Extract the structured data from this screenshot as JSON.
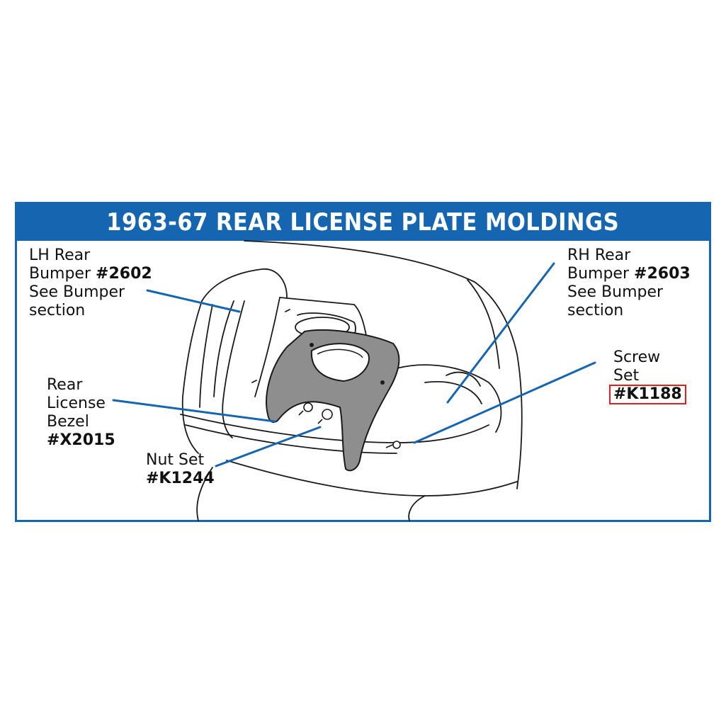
{
  "title": "1963-67 REAR LICENSE PLATE MOLDINGS",
  "colors": {
    "accent": "#1565b0",
    "highlight": "#e02020",
    "part_fill": "#8e8e8e"
  },
  "callouts": {
    "lh_bumper": {
      "line1": "LH Rear",
      "line2_text": "Bumper ",
      "line2_part": "#2602",
      "line3": "See Bumper",
      "line4": "section"
    },
    "rh_bumper": {
      "line1": "RH Rear",
      "line2_text": "Bumper ",
      "line2_part": "#2603",
      "line3": "See Bumper",
      "line4": "section"
    },
    "bezel": {
      "line1": "Rear",
      "line2": "License",
      "line3": "Bezel",
      "part": "#X2015"
    },
    "nut_set": {
      "line1": "Nut Set",
      "part": "#K1244"
    },
    "screw_set": {
      "line1": "Screw",
      "line2": "Set",
      "part": "#K1188"
    }
  }
}
